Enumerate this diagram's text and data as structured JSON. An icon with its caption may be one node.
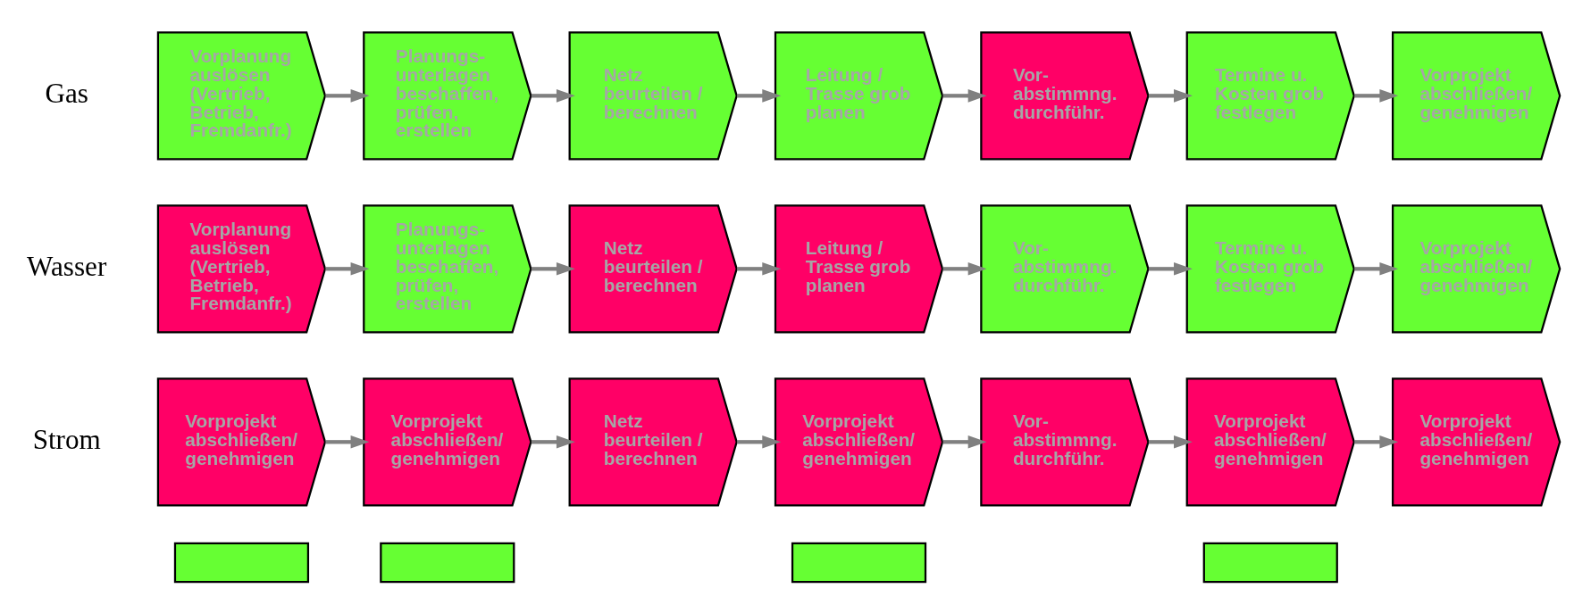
{
  "diagram": {
    "nodes": [
      {
        "text": [
          "Vorplanung auslösen (Vertrieb, Betrieb, Fremdanfr.)"
        ]
      },
      {
        "text": [
          "Planungs- unterlagen beschaffen, prüfen, erstellen"
        ]
      },
      {
        "text": [
          "Netz beurteilen / berechnen"
        ]
      },
      {
        "text": [
          "Leitung / Trasse grob planen"
        ]
      },
      {
        "text": [
          "Vor- abstimmng. durchführ."
        ]
      },
      {
        "text": [
          "Termine u. Kosten grob festlegen"
        ]
      },
      {
        "text": [
          "Vorprojekt abschließen/ genehmigen"
        ]
      },
      {
        "text": [
          "Vorplanung auslösen (Vertrieb, Betrieb, Fremdanfr.)"
        ]
      },
      {
        "text": [
          "Planungs- unterlagen beschaffen, prüfen, erstellen"
        ]
      },
      {
        "text": [
          "Netz beurteilen / berechnen"
        ]
      },
      {
        "text": [
          "Leitung / Trasse grob planen"
        ]
      },
      {
        "text": [
          "Vor- abstimmng. durchführ."
        ]
      },
      {
        "text": [
          "Termine u. Kosten grob festlegen"
        ]
      },
      {
        "text": [
          "Vorprojekt abschließen/ genehmigen"
        ]
      },
      {
        "text": [
          "Vorprojekt abschließen/ genehmigen"
        ]
      },
      {
        "text": [
          "Vorprojekt abschließen/ genehmigen"
        ]
      },
      {
        "text": [
          "Netz beurteilen / berechnen"
        ]
      },
      {
        "text": [
          "Vorprojekt abschließen/ genehmigen"
        ]
      },
      {
        "text": [
          "Vor- abstimmng. durchführ."
        ]
      },
      {
        "text": [
          "Vorprojekt abschließen/ genehmigen"
        ]
      },
      {
        "text": [
          "Vorprojekt abschließen/ genehmigen"
        ]
      },
      {
        "text": [],
        "shape": "box"
      },
      {
        "text": [],
        "shape": "box"
      },
      {
        "text": [],
        "shape": "box"
      },
      {
        "text": [],
        "shape": "box"
      }
    ],
    "edges": [
      {
        "from": 0,
        "to": 1,
        "arrow": "to"
      },
      {
        "from": 1,
        "to": 2,
        "arrow": "to"
      },
      {
        "from": 2,
        "to": 3,
        "arrow": "to"
      },
      {
        "from": 3,
        "to": 4,
        "arrow": "to"
      },
      {
        "from": 4,
        "to": 5,
        "arrow": "to"
      },
      {
        "from": 5,
        "to": 6,
        "arrow": "to"
      },
      {
        "from": 7,
        "to": 8,
        "arrow": "to"
      },
      {
        "from": 8,
        "to": 9,
        "arrow": "to"
      },
      {
        "from": 9,
        "to": 10,
        "arrow": "to"
      },
      {
        "from": 10,
        "to": 11,
        "arrow": "to"
      },
      {
        "from": 11,
        "to": 12,
        "arrow": "to"
      },
      {
        "from": 12,
        "to": 13,
        "arrow": "to"
      },
      {
        "from": 14,
        "to": 15,
        "arrow": "to"
      },
      {
        "from": 15,
        "to": 16,
        "arrow": "to"
      },
      {
        "from": 16,
        "to": 17,
        "arrow": "to"
      },
      {
        "from": 17,
        "to": 18,
        "arrow": "to"
      },
      {
        "from": 18,
        "to": 19,
        "arrow": "to"
      },
      {
        "from": 19,
        "to": 20,
        "arrow": "to"
      }
    ],
    "labels": [
      "Gas",
      "Wasser",
      "Strom"
    ]
  }
}
